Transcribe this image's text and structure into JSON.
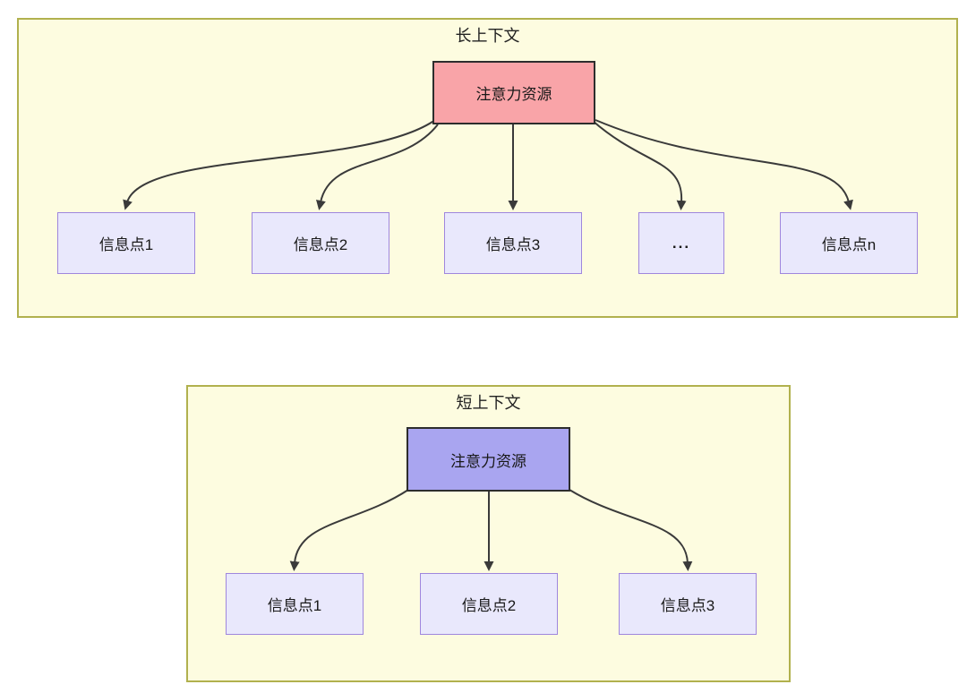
{
  "diagram": {
    "sections": [
      {
        "title": "长上下文",
        "attention": {
          "label": "注意力资源",
          "fill": "#f9a4a8"
        },
        "nodes": [
          {
            "label": "信息点1"
          },
          {
            "label": "信息点2"
          },
          {
            "label": "信息点3"
          },
          {
            "label": "..."
          },
          {
            "label": "信息点n"
          }
        ]
      },
      {
        "title": "短上下文",
        "attention": {
          "label": "注意力资源",
          "fill": "#a9a5f0"
        },
        "nodes": [
          {
            "label": "信息点1"
          },
          {
            "label": "信息点2"
          },
          {
            "label": "信息点3"
          }
        ]
      }
    ],
    "colors": {
      "container_fill": "#fdfce0",
      "container_border": "#b1b14e",
      "attention_long_fill": "#f9a4a8",
      "attention_short_fill": "#a9a5f0",
      "attention_border": "#2d2d2d",
      "node_fill": "#e9e8fc",
      "node_border": "#9f86dd",
      "arrow": "#3a3a3a",
      "text": "#222222"
    }
  }
}
